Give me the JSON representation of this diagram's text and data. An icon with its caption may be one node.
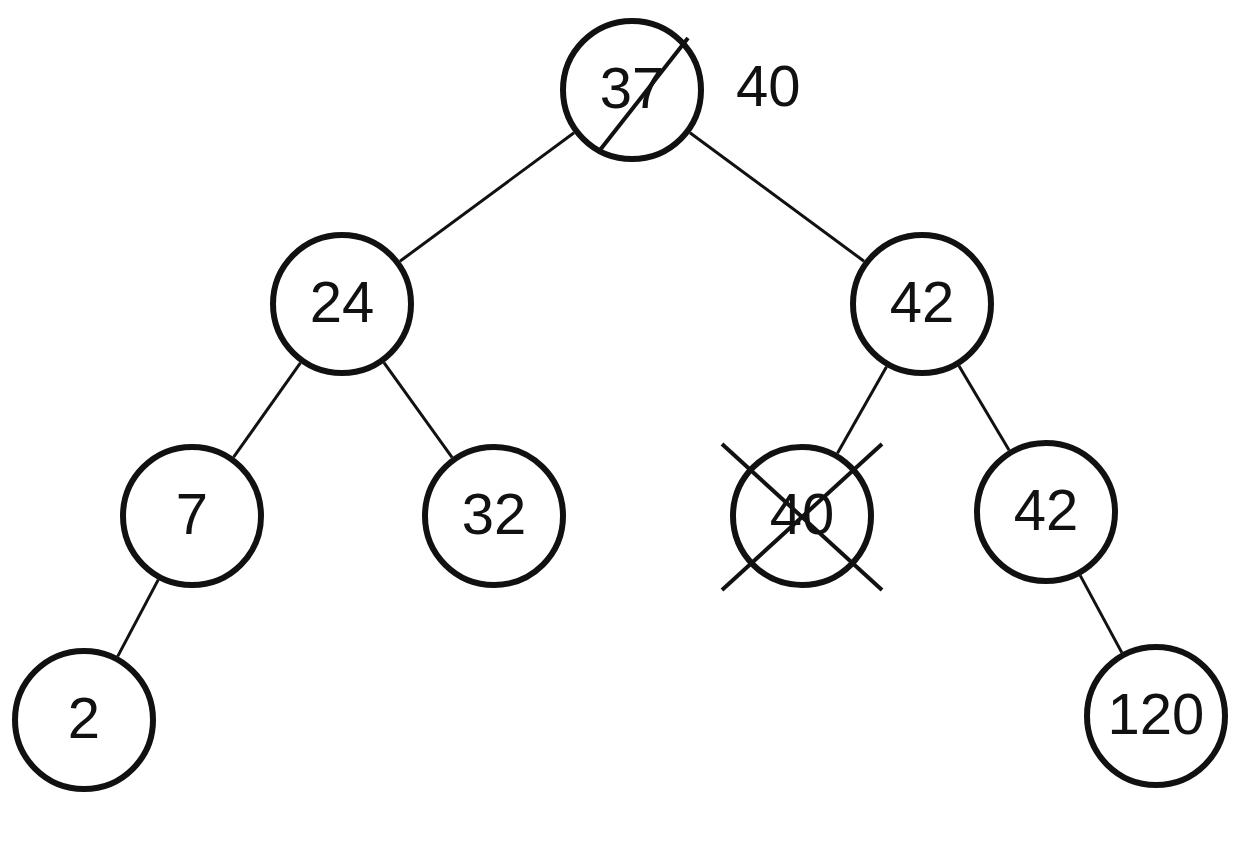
{
  "diagram": {
    "nodes": [
      {
        "text": [
          "37"
        ],
        "beside": [
          "40"
        ]
      },
      {
        "text": [
          "24"
        ]
      },
      {
        "text": [
          "42"
        ]
      },
      {
        "text": [
          "7"
        ]
      },
      {
        "text": [
          "32"
        ]
      },
      {
        "text": [
          "40"
        ]
      },
      {
        "text": [
          "42"
        ]
      },
      {
        "text": [
          "2"
        ]
      },
      {
        "text": [
          "120"
        ]
      }
    ],
    "edges": [
      {
        "from": 0,
        "to": 1,
        "arrow": "none"
      },
      {
        "from": 0,
        "to": 2,
        "arrow": "none"
      },
      {
        "from": 1,
        "to": 3,
        "arrow": "none"
      },
      {
        "from": 1,
        "to": 4,
        "arrow": "none"
      },
      {
        "from": 2,
        "to": 5,
        "arrow": "none"
      },
      {
        "from": 2,
        "to": 6,
        "arrow": "none"
      },
      {
        "from": 3,
        "to": 7,
        "arrow": "none"
      },
      {
        "from": 6,
        "to": 8,
        "arrow": "none"
      }
    ]
  }
}
